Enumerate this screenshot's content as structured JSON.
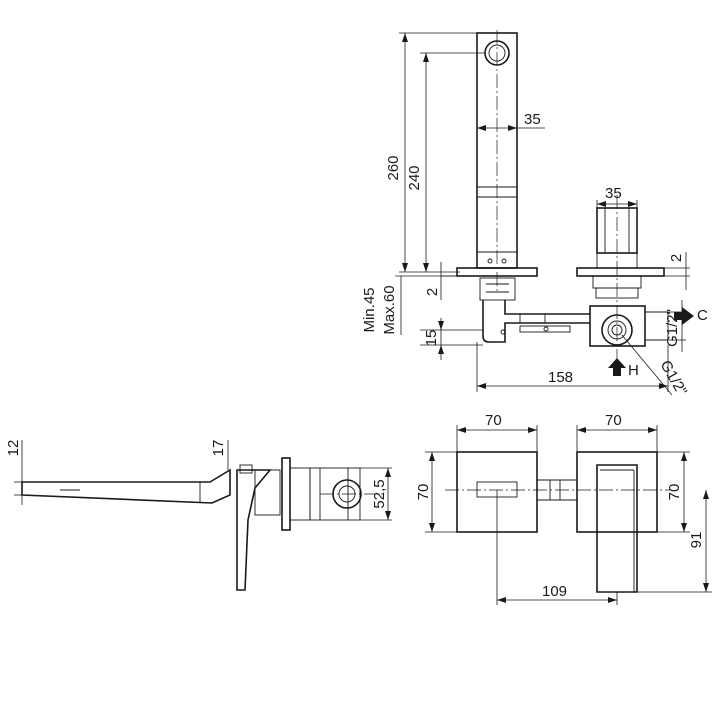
{
  "dimensions": {
    "d260": "260",
    "d240": "240",
    "d35_top": "35",
    "d35_cart": "35",
    "d2_left": "2",
    "d2_right": "2",
    "min45": "Min.45",
    "max60": "Max.60",
    "d15": "15",
    "d158": "158",
    "g12_in": "G1/2\"",
    "g12_out": "G1/2\"",
    "inlet_c": "C",
    "inlet_h": "H",
    "d12": "12",
    "d17": "17",
    "d52_5": "52,5",
    "d70_a": "70",
    "d70_b": "70",
    "d70_left": "70",
    "d70_right": "70",
    "d91": "91",
    "d109": "109"
  }
}
